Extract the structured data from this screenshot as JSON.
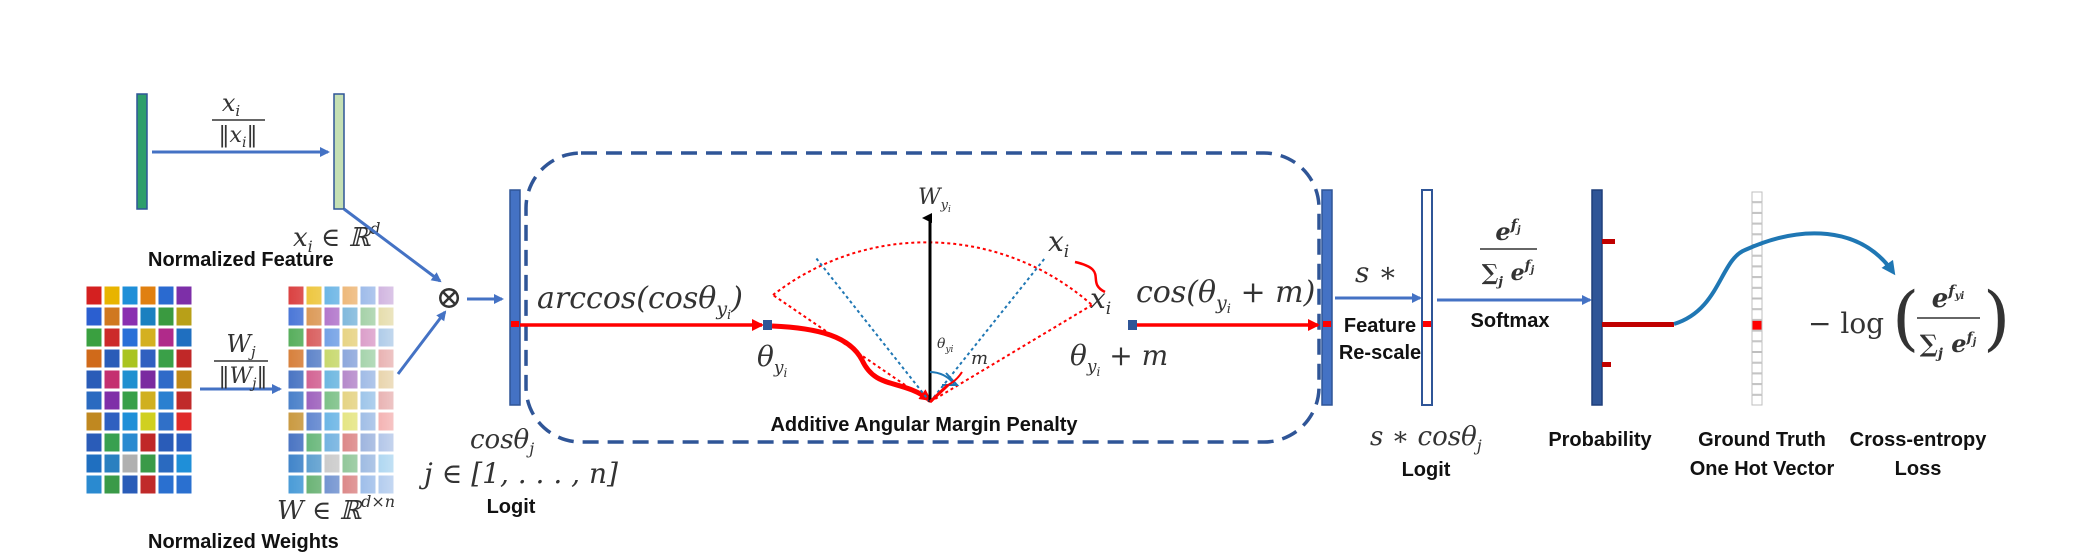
{
  "labels": {
    "norm_feature": "Normalized Feature",
    "norm_weights": "Normalized Weights",
    "logit_left": "Logit",
    "logit_right": "Logit",
    "penalty": "Additive Angular Margin Penalty",
    "feature_rescale_1": "Feature",
    "feature_rescale_2": "Re-scale",
    "softmax": "Softmax",
    "probability": "Probability",
    "gt_1": "Ground Truth",
    "gt_2": "One Hot Vector",
    "ce_1": "Cross-entropy",
    "ce_2": "Loss"
  },
  "math": {
    "frac_x_num": "x",
    "frac_x_num_sub": "i",
    "frac_x_den": "‖x",
    "frac_x_den_sub": "i",
    "frac_x_den_end": "‖",
    "xi_in": "x",
    "xi_in_sub": "i",
    "xi_in_rest": " ∈ ℝ",
    "xi_in_sup": "d",
    "frac_w_num": "W",
    "frac_w_num_sub": "j",
    "frac_w_den": "‖W",
    "frac_w_den_sub": "j",
    "frac_w_den_end": "‖",
    "w_in": "W ∈ ℝ",
    "w_in_sup": "d×n",
    "otimes": "⊗",
    "cos_theta_j": "cosθ",
    "cos_theta_j_sub": "j",
    "j_range": "j ∈ [1, . . . , n]",
    "arccos": "arccos(cosθ",
    "arccos_sub": "y",
    "arccos_subsub": "i",
    "arccos_end": ")",
    "theta_yi": "θ",
    "theta_yi_sub": "y",
    "theta_yi_subsub": "i",
    "w_yi": "W",
    "w_yi_sub": "y",
    "w_yi_subsub": "i",
    "xi_top": "x",
    "xi_top_sub": "i",
    "xi_right": "x",
    "xi_right_sub": "i",
    "theta_small": "θ",
    "theta_small_sub": "yi",
    "m": "m",
    "theta_plus_m": "θ",
    "theta_plus_m_sub": "y",
    "theta_plus_m_subsub": "i",
    "theta_plus_m_end": " + m",
    "cos_plus": "cos(θ",
    "cos_plus_sub": "y",
    "cos_plus_subsub": "i",
    "cos_plus_end": " + m)",
    "s_star": "s ∗",
    "s_cos": "s ∗ cosθ",
    "s_cos_sub": "j",
    "softmax_num": "e",
    "softmax_num_sup": "f",
    "softmax_num_supsub": "j",
    "softmax_den": "∑",
    "softmax_den_sub": "j",
    "softmax_den_e": " e",
    "softmax_den_sup": "f",
    "softmax_den_supsub": "j",
    "loss_prefix": "− log",
    "loss_num": "e",
    "loss_num_sup": "f",
    "loss_num_supsub": "yi",
    "loss_den": "∑",
    "loss_den_sub": "j",
    "loss_den_e": " e",
    "loss_den_sup": "f",
    "loss_den_supsub": "j"
  },
  "colors": {
    "blue": "#4472C4",
    "dark_blue": "#2F5597",
    "red": "#FF0000",
    "feature_green": "#2E9E6B",
    "feature_light": "#C5E0B4",
    "arc_blue": "#1F77B4"
  },
  "grid_colors": [
    [
      "#d42020",
      "#e8b400",
      "#1f8fd8",
      "#e08010",
      "#2a6ad0",
      "#7d2fa8"
    ],
    [
      "#2b5fd0",
      "#d07820",
      "#8a2fb0",
      "#1a80c0",
      "#3a9a40",
      "#b8a018"
    ],
    [
      "#3aa040",
      "#cc2a2a",
      "#2a70d8",
      "#d4b020",
      "#b02a8a",
      "#1f6fc0"
    ],
    [
      "#d06a1a",
      "#2a5cb8",
      "#aac420",
      "#3060c0",
      "#3aa048",
      "#c02828"
    ],
    [
      "#2a5cb8",
      "#c43070",
      "#1f90d0",
      "#7a2aa0",
      "#2f6ac8",
      "#c08818"
    ],
    [
      "#2a6ac0",
      "#7f2fa8",
      "#38a048",
      "#d0b020",
      "#2a80d0",
      "#c02a2a"
    ],
    [
      "#c08820",
      "#2f60c0",
      "#1f8fd8",
      "#d0d020",
      "#3070c8",
      "#e02a2a"
    ],
    [
      "#2a5cb8",
      "#38a050",
      "#2a8ad0",
      "#c02828",
      "#2a5cb8",
      "#2a60c0"
    ],
    [
      "#1f6fc0",
      "#2a80c0",
      "#b0b0b0",
      "#3a9a48",
      "#2a6ac0",
      "#1f8fd8"
    ],
    [
      "#2a8ad0",
      "#3a9a48",
      "#2a5cb8",
      "#c02a2a",
      "#2a70d0",
      "#2a70d0"
    ]
  ]
}
